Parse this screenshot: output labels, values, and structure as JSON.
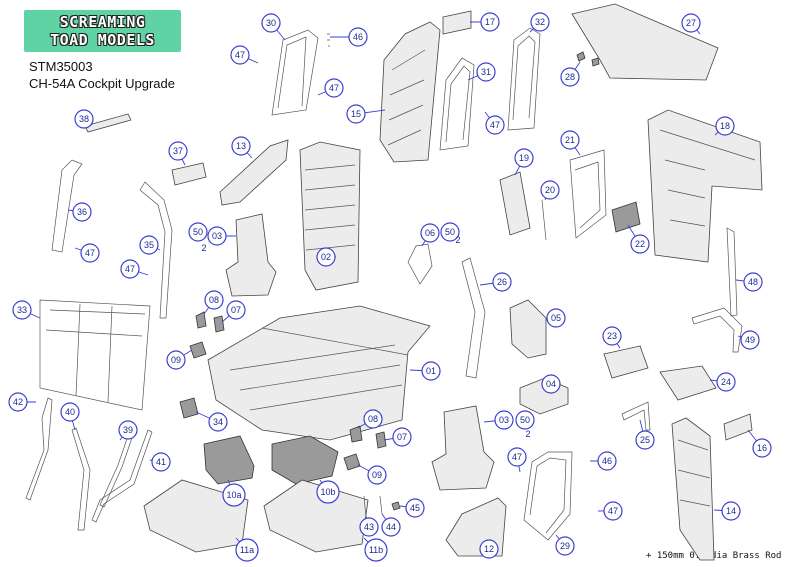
{
  "brand": {
    "line1": "SCREAMING",
    "line2": "TOAD MODELS"
  },
  "kit": {
    "code": "STM35003",
    "title": "CH-54A Cockpit Upgrade"
  },
  "footnote": "+ 150mm 0.3 dia Brass Rod",
  "callouts": [
    {
      "id": "30",
      "label": "30"
    },
    {
      "id": "46a",
      "label": "46"
    },
    {
      "id": "47a",
      "label": "47"
    },
    {
      "id": "47b",
      "label": "47"
    },
    {
      "id": "17",
      "label": "17"
    },
    {
      "id": "32",
      "label": "32"
    },
    {
      "id": "27",
      "label": "27"
    },
    {
      "id": "28",
      "label": "28"
    },
    {
      "id": "31",
      "label": "31"
    },
    {
      "id": "15",
      "label": "15"
    },
    {
      "id": "47c",
      "label": "47"
    },
    {
      "id": "38",
      "label": "38"
    },
    {
      "id": "37",
      "label": "37"
    },
    {
      "id": "13",
      "label": "13"
    },
    {
      "id": "18",
      "label": "18"
    },
    {
      "id": "21",
      "label": "21"
    },
    {
      "id": "19",
      "label": "19"
    },
    {
      "id": "20",
      "label": "20"
    },
    {
      "id": "36",
      "label": "36"
    },
    {
      "id": "47d",
      "label": "47"
    },
    {
      "id": "50a",
      "label": "50"
    },
    {
      "id": "03a",
      "label": "03"
    },
    {
      "id": "06",
      "label": "06"
    },
    {
      "id": "50b",
      "label": "50"
    },
    {
      "id": "22",
      "label": "22"
    },
    {
      "id": "35",
      "label": "35"
    },
    {
      "id": "02",
      "label": "02"
    },
    {
      "id": "47e",
      "label": "47"
    },
    {
      "id": "26",
      "label": "26"
    },
    {
      "id": "48",
      "label": "48"
    },
    {
      "id": "33",
      "label": "33"
    },
    {
      "id": "08a",
      "label": "08"
    },
    {
      "id": "07a",
      "label": "07"
    },
    {
      "id": "05",
      "label": "05"
    },
    {
      "id": "23",
      "label": "23"
    },
    {
      "id": "49",
      "label": "49"
    },
    {
      "id": "09a",
      "label": "09"
    },
    {
      "id": "01",
      "label": "01"
    },
    {
      "id": "04",
      "label": "04"
    },
    {
      "id": "24",
      "label": "24"
    },
    {
      "id": "42",
      "label": "42"
    },
    {
      "id": "40",
      "label": "40"
    },
    {
      "id": "34",
      "label": "34"
    },
    {
      "id": "08b",
      "label": "08"
    },
    {
      "id": "03b",
      "label": "03"
    },
    {
      "id": "50c",
      "label": "50"
    },
    {
      "id": "25",
      "label": "25"
    },
    {
      "id": "39",
      "label": "39"
    },
    {
      "id": "07b",
      "label": "07"
    },
    {
      "id": "16",
      "label": "16"
    },
    {
      "id": "41",
      "label": "41"
    },
    {
      "id": "09b",
      "label": "09"
    },
    {
      "id": "47f",
      "label": "47"
    },
    {
      "id": "46b",
      "label": "46"
    },
    {
      "id": "10a",
      "label": "10a"
    },
    {
      "id": "10b",
      "label": "10b"
    },
    {
      "id": "45",
      "label": "45"
    },
    {
      "id": "43",
      "label": "43"
    },
    {
      "id": "44",
      "label": "44"
    },
    {
      "id": "47g",
      "label": "47"
    },
    {
      "id": "14",
      "label": "14"
    },
    {
      "id": "11a",
      "label": "11a"
    },
    {
      "id": "11b",
      "label": "11b"
    },
    {
      "id": "12",
      "label": "12"
    },
    {
      "id": "29",
      "label": "29"
    }
  ],
  "quantities": [
    {
      "id": "q50a",
      "label": "2"
    },
    {
      "id": "q50b",
      "label": "2"
    },
    {
      "id": "q50c",
      "label": "2"
    }
  ]
}
